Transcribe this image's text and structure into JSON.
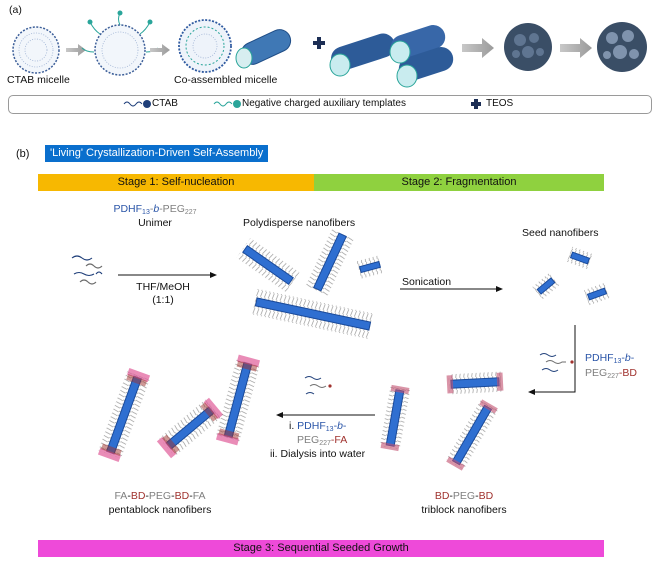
{
  "panel_a": {
    "label": "(a)",
    "ctab_micelle": "CTAB micelle",
    "co_assembled": "Co-assembled micelle",
    "legend": {
      "ctab": "CTAB",
      "auxiliary": "Negative charged auxiliary templates",
      "teos": "TEOS"
    }
  },
  "panel_b": {
    "label": "(b)",
    "banner": "'Living' Crystallization-Driven Self-Assembly",
    "stage1": "Stage 1: Self-nucleation",
    "stage2": "Stage 2: Fragmentation",
    "stage3": "Stage 3: Sequential Seeded Growth",
    "unimer_p1": "PDHF",
    "unimer_s1": "13",
    "unimer_p2": "-",
    "unimer_p3": "b",
    "unimer_p4": "-PEG",
    "unimer_s2": "227",
    "unimer_word": "Unimer",
    "polydisperse": "Polydisperse nanofibers",
    "seed": "Seed nanofibers",
    "thf": "THF/MeOH",
    "ratio": "(1:1)",
    "sonication": "Sonication",
    "bd_line1_a": "PDHF",
    "bd_line1_s": "13",
    "bd_line1_b": "-",
    "bd_line1_c": "b",
    "bd_line1_d": "-",
    "bd_line2_a": "PEG",
    "bd_line2_s": "227",
    "bd_line2_b": "-BD",
    "fa_i": "i. ",
    "fa_line1_a": "PDHF",
    "fa_line1_s": "13",
    "fa_line1_b": "-",
    "fa_line1_c": "b",
    "fa_line1_d": "-",
    "fa_line2_a": "PEG",
    "fa_line2_s": "227",
    "fa_line2_b": "-FA",
    "dialysis": "ii. Dialysis into water",
    "penta_fa1": "FA",
    "penta_d1": "-",
    "penta_bd1": "BD",
    "penta_d2": "-",
    "penta_peg": "PEG",
    "penta_d3": "-",
    "penta_bd2": "BD",
    "penta_d4": "-",
    "penta_fa2": "FA",
    "penta_word": "pentablock nanofibers",
    "tri_bd1": "BD",
    "tri_d1": "-",
    "tri_peg": "PEG",
    "tri_d2": "-",
    "tri_bd2": "BD",
    "tri_word": "triblock nanofibers"
  },
  "colors": {
    "stage1": "#f7b801",
    "stage2": "#8fd13f",
    "stage3": "#ee4ad9",
    "banner": "#0a6fcd",
    "fiber": "#2f6fd1",
    "pdhf_text": "#2a55a8",
    "peg_text": "#7f7f7f",
    "bd_text": "#a0322e"
  }
}
